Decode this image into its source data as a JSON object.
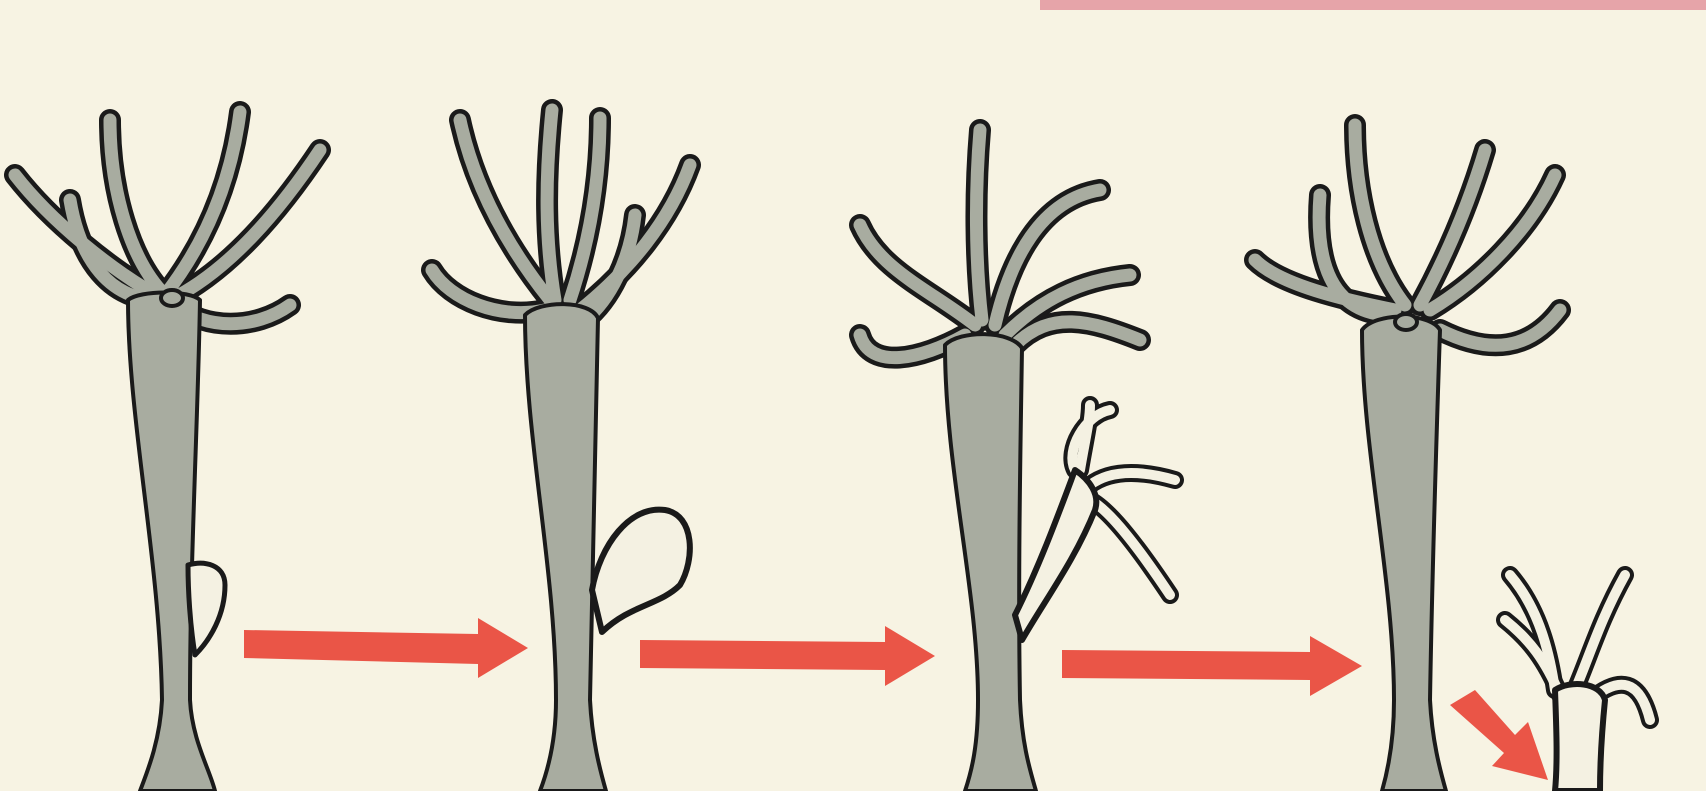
{
  "diagram": {
    "stages": [
      {
        "name": "stage-1"
      },
      {
        "name": "stage-2"
      },
      {
        "name": "stage-3"
      },
      {
        "name": "stage-4"
      }
    ],
    "arrow_count": 4
  },
  "colors": {
    "background": "#f7f3e3",
    "top_edge": "#d9627a",
    "body_fill": "#a8aca0",
    "body_stroke": "#1a1a1a",
    "bud_fill": "#f4f1e2",
    "arrow": "#e8483a"
  }
}
